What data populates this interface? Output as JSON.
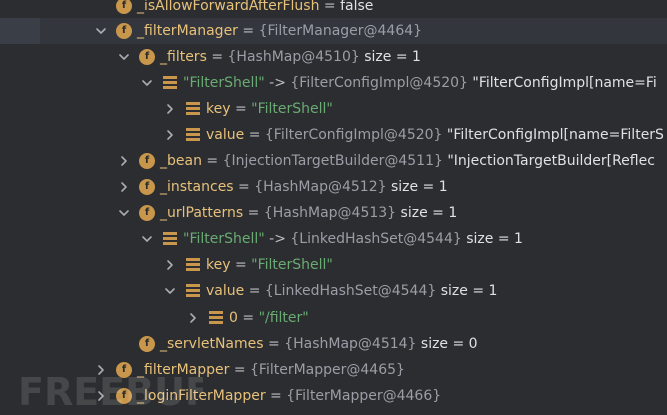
{
  "rows": [
    {
      "expand": "none",
      "icon": "field",
      "name": "_isAllowForwardAfterFlush",
      "op": " = ",
      "value": "false"
    },
    {
      "expand": "open",
      "icon": "field",
      "name": "_filterManager",
      "op": " = ",
      "ref": "{FilterManager@4464}"
    },
    {
      "expand": "open",
      "icon": "field",
      "name": "_filters",
      "op": " = ",
      "ref": "{HashMap@4510}",
      "size": "  size = 1"
    },
    {
      "expand": "open",
      "icon": "entry",
      "str": "\"FilterShell\"",
      "op": " -> ",
      "ref": "{FilterConfigImpl@4520}",
      "value": " \"FilterConfigImpl[name=Fi"
    },
    {
      "expand": "closed",
      "icon": "entry",
      "name": "key",
      "op": " = ",
      "str": "\"FilterShell\""
    },
    {
      "expand": "closed",
      "icon": "entry",
      "name": "value",
      "op": " = ",
      "ref": "{FilterConfigImpl@4520}",
      "value": " \"FilterConfigImpl[name=FilterS"
    },
    {
      "expand": "closed",
      "icon": "field",
      "name": "_bean",
      "op": " = ",
      "ref": "{InjectionTargetBuilder@4511}",
      "value": " \"InjectionTargetBuilder[Reflec"
    },
    {
      "expand": "closed",
      "icon": "field",
      "name": "_instances",
      "op": " = ",
      "ref": "{HashMap@4512}",
      "size": "  size = 1"
    },
    {
      "expand": "open",
      "icon": "field",
      "name": "_urlPatterns",
      "op": " = ",
      "ref": "{HashMap@4513}",
      "size": "  size = 1"
    },
    {
      "expand": "open",
      "icon": "entry",
      "str": "\"FilterShell\"",
      "op": " -> ",
      "ref": "{LinkedHashSet@4544}",
      "size": "  size = 1"
    },
    {
      "expand": "closed",
      "icon": "entry",
      "name": "key",
      "op": " = ",
      "str": "\"FilterShell\""
    },
    {
      "expand": "open",
      "icon": "entry",
      "name": "value",
      "op": " = ",
      "ref": "{LinkedHashSet@4544}",
      "size": "  size = 1"
    },
    {
      "expand": "closed",
      "icon": "entry",
      "name": "0",
      "op": " = ",
      "str": "\"/filter\""
    },
    {
      "expand": "none",
      "icon": "field",
      "name": "_servletNames",
      "op": " = ",
      "ref": "{HashMap@4514}",
      "size": "  size = 0"
    },
    {
      "expand": "closed",
      "icon": "field",
      "name": "_filterMapper",
      "op": " = ",
      "ref": "{FilterMapper@4465}"
    },
    {
      "expand": "closed",
      "icon": "field",
      "name": "_loginFilterMapper",
      "op": " = ",
      "ref": "{FilterMapper@4466}"
    }
  ],
  "field_icon_letter": "f",
  "watermark_text": "FREEBUF",
  "colors": {
    "background": "#2b2d30",
    "field_name": "#e8c17a",
    "string": "#6aab73",
    "reference": "#9b9ea6",
    "icon": "#c9974b"
  }
}
